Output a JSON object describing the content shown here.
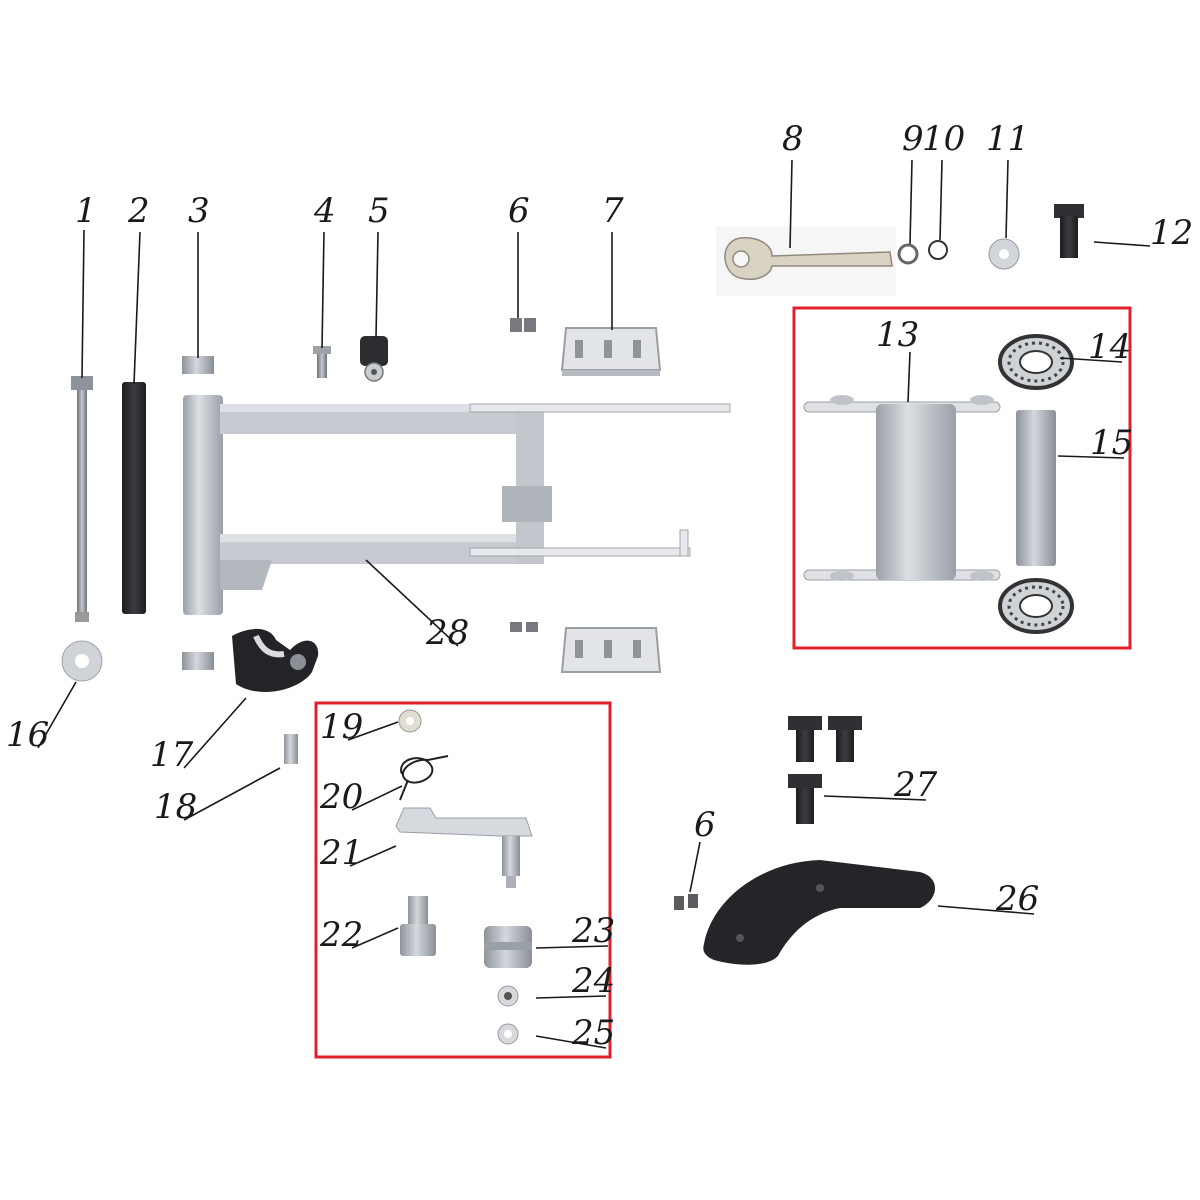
{
  "callouts": {
    "c1": "1",
    "c2": "2",
    "c3": "3",
    "c4": "4",
    "c5": "5",
    "c6a": "6",
    "c6b": "6",
    "c7": "7",
    "c8": "8",
    "c9": "9",
    "c10": "10",
    "c11": "11",
    "c12": "12",
    "c13": "13",
    "c14": "14",
    "c15": "15",
    "c16": "16",
    "c17": "17",
    "c18": "18",
    "c19": "19",
    "c20": "20",
    "c21": "21",
    "c22": "22",
    "c23": "23",
    "c24": "24",
    "c25": "25",
    "c26": "26",
    "c27": "27",
    "c28": "28"
  },
  "highlight_color": "#e0202a",
  "part_colors": {
    "metal": "#b8bcc4",
    "dark": "#2b2d30",
    "light": "#e2e4e8"
  }
}
